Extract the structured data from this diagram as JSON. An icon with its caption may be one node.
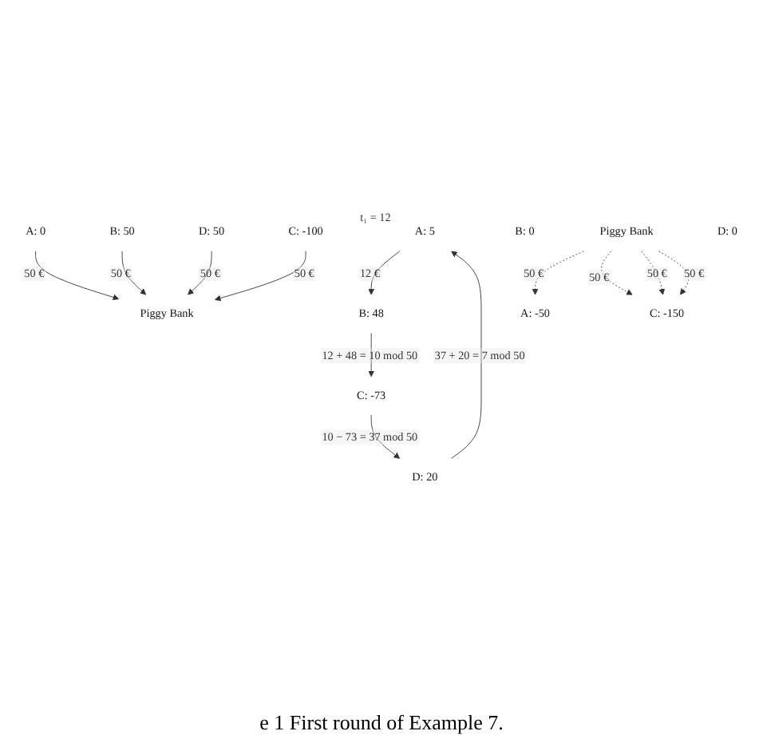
{
  "diagram": {
    "caption": "e 1 First round of Example 7.",
    "nodes": [
      {
        "text": [
          "A: 5"
        ],
        "beside": [
          "t₁ = 12"
        ]
      },
      {
        "text": [
          "B: 48"
        ]
      },
      {
        "text": [
          "C: -73"
        ]
      },
      {
        "text": [
          "D: 20"
        ]
      },
      {
        "text": [
          "A: 0"
        ]
      },
      {
        "text": [
          "B: 50"
        ]
      },
      {
        "text": [
          "Piggy Bank"
        ]
      },
      {
        "text": [
          "D: 50"
        ]
      },
      {
        "text": [
          "C: -100"
        ]
      },
      {
        "text": [
          "A: -50"
        ]
      },
      {
        "text": [
          "B: 0"
        ]
      },
      {
        "text": [
          "Piggy Bank"
        ]
      },
      {
        "text": [
          "D: 0"
        ]
      },
      {
        "text": [
          "C: -150"
        ]
      }
    ],
    "edges": [
      {
        "from": 0,
        "to": 1,
        "arrow": "to",
        "label": "12 €"
      },
      {
        "from": 1,
        "to": 2,
        "arrow": "to",
        "label": "12 + 48 = 10  mod 50"
      },
      {
        "from": 2,
        "to": 3,
        "arrow": "to",
        "label": "10 − 73 = 37  mod 50"
      },
      {
        "from": 3,
        "to": 0,
        "arrow": "to",
        "label": "37 + 20 = 7  mod 50"
      },
      {
        "from": 4,
        "to": 6,
        "arrow": "to",
        "label": "50 €"
      },
      {
        "from": 5,
        "to": 6,
        "arrow": "to",
        "label": "50 €"
      },
      {
        "from": 7,
        "to": 6,
        "arrow": "to",
        "label": "50 €"
      },
      {
        "from": 8,
        "to": 6,
        "arrow": "to",
        "label": "50 €"
      },
      {
        "from": 11,
        "to": 9,
        "arrow": "to",
        "label": "50 €",
        "style": "dashed"
      },
      {
        "from": 11,
        "to": 13,
        "arrow": "to",
        "label": "50 €",
        "style": "dashed"
      },
      {
        "from": 11,
        "to": 13,
        "arrow": "to",
        "label": "50 €",
        "style": "dashed"
      },
      {
        "from": 11,
        "to": 13,
        "arrow": "to",
        "label": "50 €",
        "style": "dashed"
      }
    ]
  }
}
